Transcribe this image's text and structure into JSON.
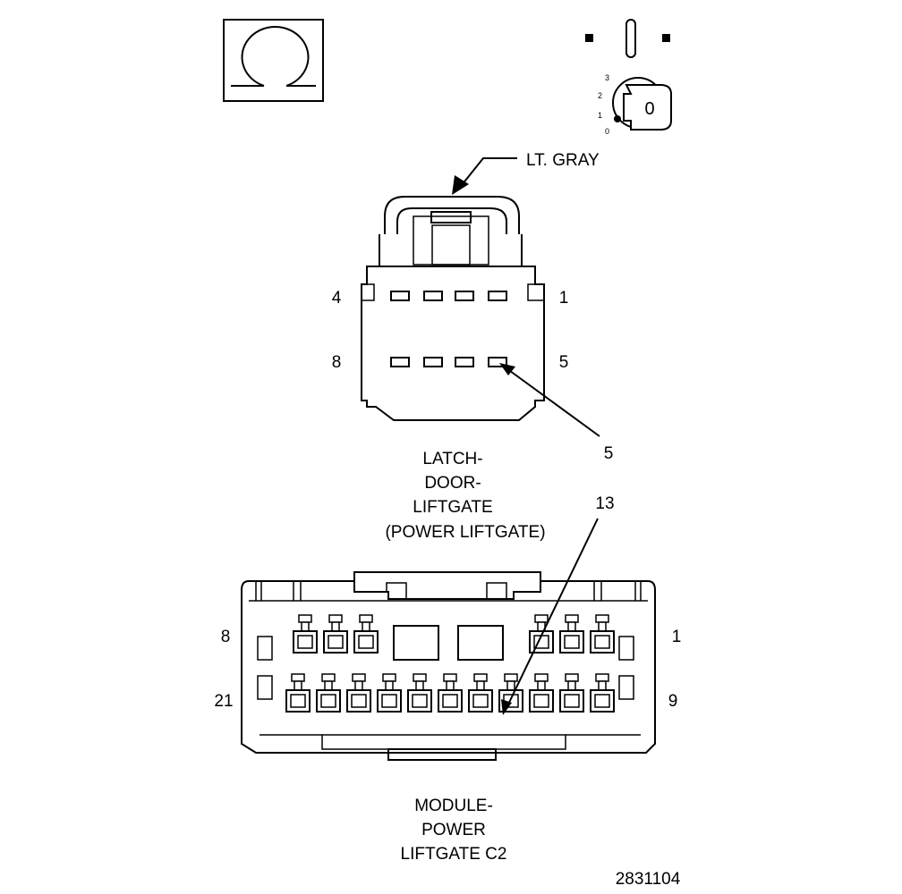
{
  "symbols": {
    "connector_face_icon": "connector-face-view-icon",
    "ignition_key_icon": "ignition-key-icon",
    "key_digit": "0",
    "key_positions": [
      "3",
      "2",
      "1",
      "0"
    ]
  },
  "connector_top": {
    "color_label": "LT. GRAY",
    "pin_label_top_left": "4",
    "pin_label_top_right": "1",
    "pin_label_bottom_left": "8",
    "pin_label_bottom_right": "5",
    "callout_pin": "5",
    "name_lines": [
      "LATCH-",
      "DOOR-",
      "LIFTGATE",
      "(POWER LIFTGATE)"
    ]
  },
  "connector_bottom": {
    "callout_pin": "13",
    "pin_label_top_left": "8",
    "pin_label_top_right": "1",
    "pin_label_bottom_left": "21",
    "pin_label_bottom_right": "9",
    "name_lines": [
      "MODULE-",
      "POWER",
      "LIFTGATE C2"
    ]
  },
  "figure_number": "2831104"
}
